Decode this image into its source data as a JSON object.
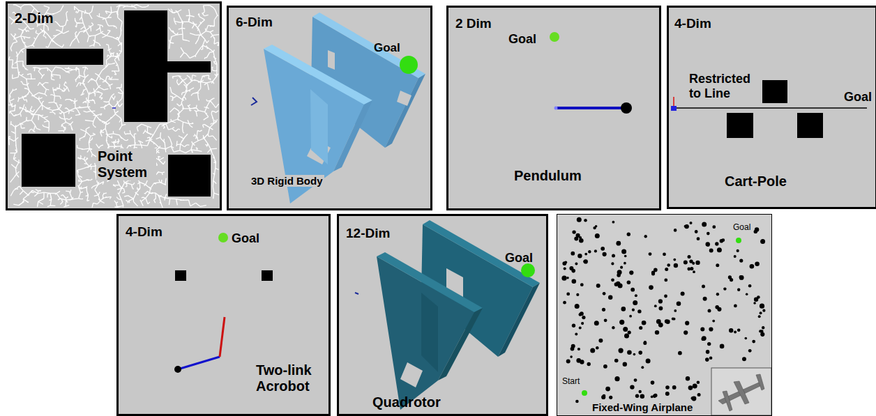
{
  "diagram": {
    "nodes": [
      {
        "text": [
          "2-Dim",
          "Point System"
        ]
      },
      {
        "text": [
          "6-Dim",
          "Goal",
          "3D Rigid Body"
        ]
      },
      {
        "text": [
          "2 Dim",
          "Goal",
          "Pendulum"
        ]
      },
      {
        "text": [
          "4-Dim",
          "Restricted to Line",
          "Goal",
          "Cart-Pole"
        ]
      },
      {
        "text": [
          "4-Dim",
          "Goal",
          "Two-link Acrobot"
        ]
      },
      {
        "text": [
          "12-Dim",
          "Goal",
          "Quadrotor"
        ]
      },
      {
        "text": [
          "Goal",
          "Start",
          "Fixed-Wing Airplane"
        ]
      }
    ]
  }
}
